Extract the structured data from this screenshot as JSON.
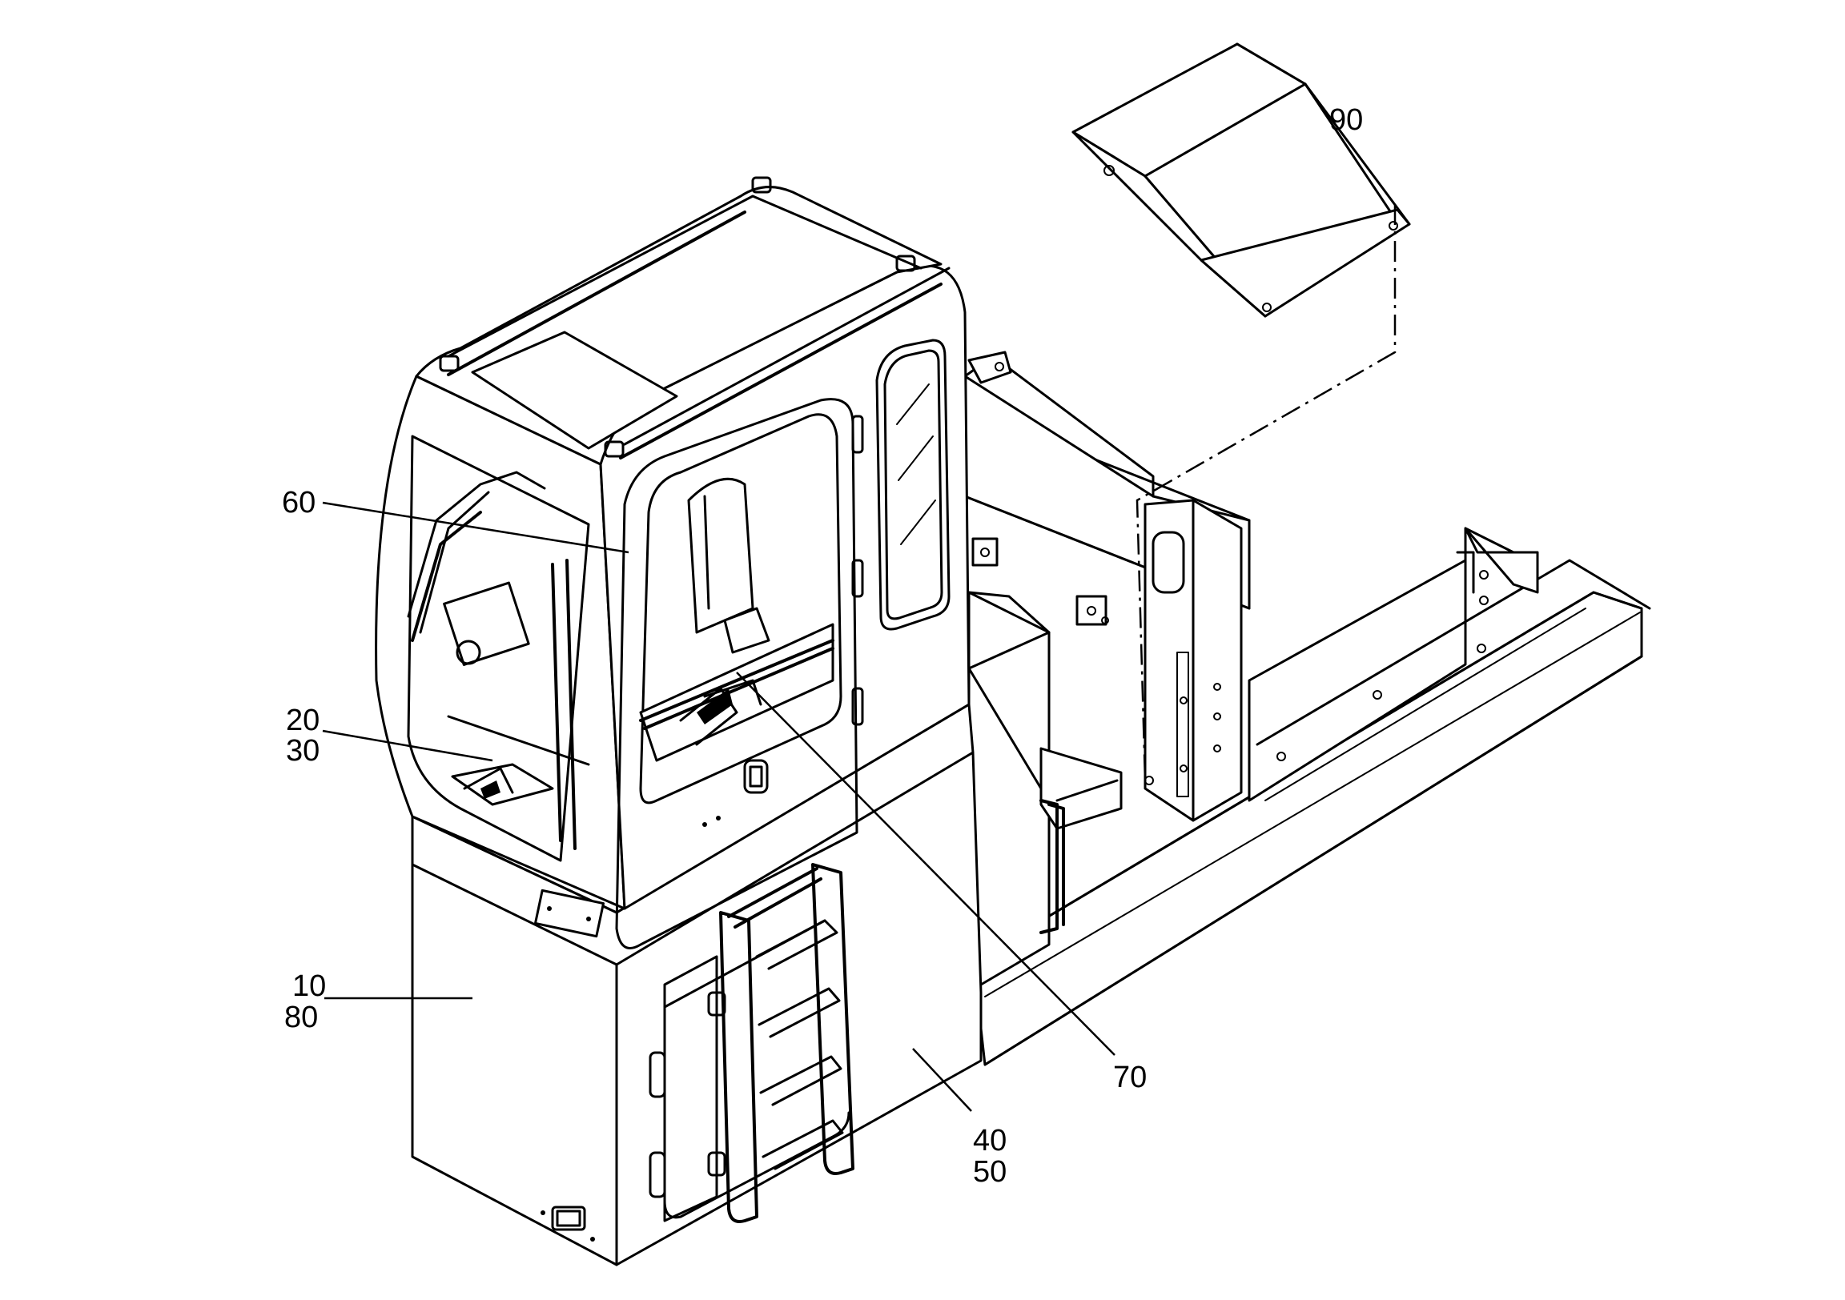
{
  "callouts": [
    {
      "id": "c90",
      "text": "90"
    },
    {
      "id": "c60",
      "text": "60"
    },
    {
      "id": "c20",
      "text": "20"
    },
    {
      "id": "c30",
      "text": "30"
    },
    {
      "id": "c10",
      "text": "10"
    },
    {
      "id": "c80",
      "text": "80"
    },
    {
      "id": "c70",
      "text": "70"
    },
    {
      "id": "c40",
      "text": "40"
    },
    {
      "id": "c50",
      "text": "50"
    }
  ]
}
